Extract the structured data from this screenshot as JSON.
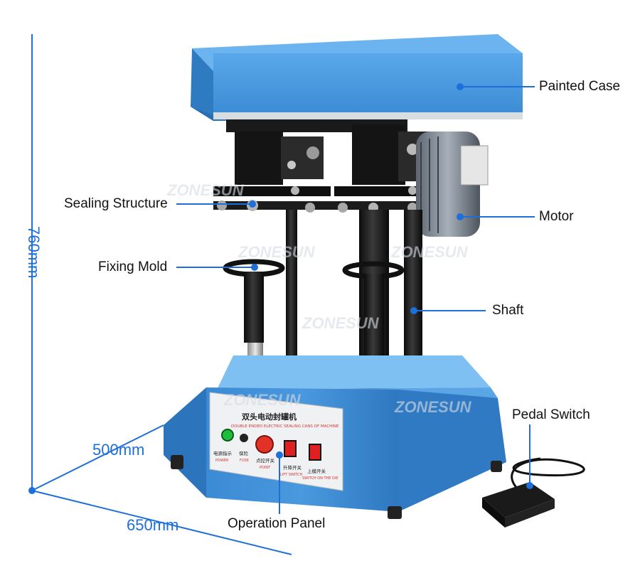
{
  "labels": {
    "painted_case": "Painted Case",
    "sealing_structure": "Sealing Structure",
    "motor": "Motor",
    "fixing_mold": "Fixing Mold",
    "shaft": "Shaft",
    "pedal_switch": "Pedal Switch",
    "operation_panel": "Operation Panel"
  },
  "dimensions": {
    "height": "760mm",
    "depth": "500mm",
    "width": "650mm"
  },
  "panel": {
    "title_cn": "双头电动封罐机",
    "title_en": "DOUBLE ENDED ELECTRIC SEALING CANS OF MACHINE",
    "power_cn": "电源指示",
    "power_en": "POWER",
    "fuse_cn": "保险",
    "fuse_en": "FUSE",
    "point_cn": "点控开关",
    "point_en": "POINT",
    "lift_cn": "升降开关",
    "lift_en": "LIFT SWITCH",
    "on_cn": "上模开关",
    "on_en": "SWITCH ON THE DIE"
  },
  "watermark": "ZONESUN",
  "colors": {
    "body_blue": "#3d8fd6",
    "dim_blue": "#1e6fd9",
    "leader": "#1e6fd9"
  }
}
